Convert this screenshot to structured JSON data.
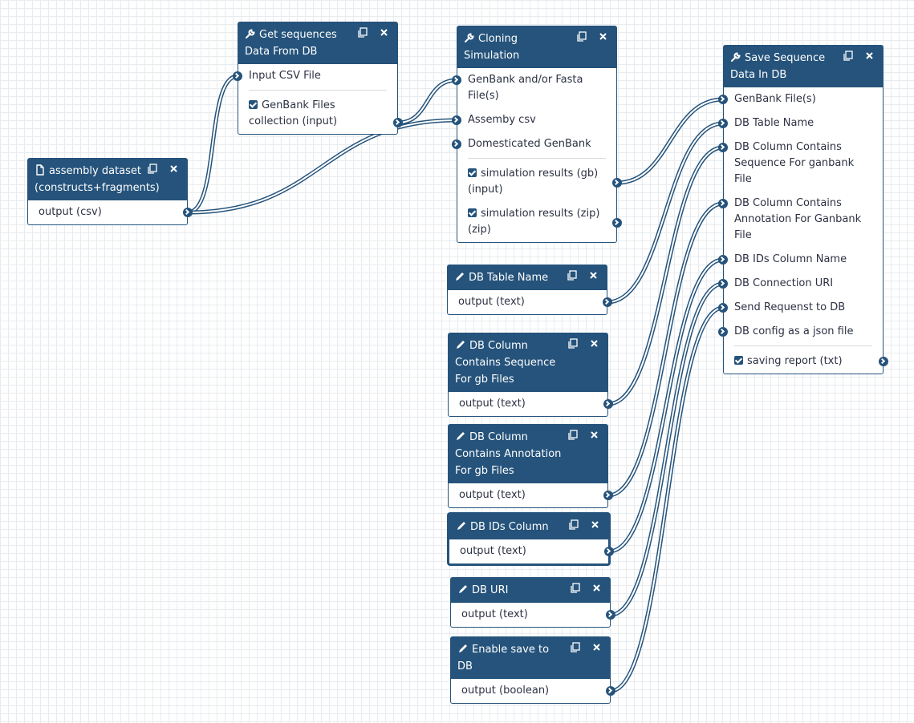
{
  "colors": {
    "header": "#25537b",
    "border": "#25537b",
    "wire": "#25537b",
    "grid": "#e8ecef"
  },
  "nodes": {
    "assembly": {
      "icon": "file-icon",
      "title": "assembly dataset (constructs+fragments)",
      "outputs": [
        "output (csv)"
      ]
    },
    "getseq": {
      "icon": "wrench-icon",
      "title": "Get sequences Data From DB",
      "inputs": [
        "Input CSV File"
      ],
      "outputs": [
        "GenBank Files collection (input)"
      ]
    },
    "cloning": {
      "icon": "wrench-icon",
      "title": "Cloning Simulation",
      "inputs": [
        "GenBank and/or Fasta File(s)",
        "Assemby csv",
        "Domesticated GenBank"
      ],
      "outputs": [
        "simulation results (gb) (input)",
        "simulation results (zip) (zip)"
      ]
    },
    "save": {
      "icon": "wrench-icon",
      "title": "Save Sequence Data In DB",
      "inputs": [
        "GenBank File(s)",
        "DB Table Name",
        "DB Column Contains Sequence For ganbank File",
        "DB Column Contains Annotation For Ganbank File",
        "DB IDs Column Name",
        "DB Connection URI",
        "Send Requenst to DB",
        "DB config as a json file"
      ],
      "outputs": [
        "saving report (txt)"
      ]
    },
    "tablename": {
      "icon": "pencil-icon",
      "title": "DB Table Name",
      "outputs": [
        "output (text)"
      ]
    },
    "colseq": {
      "icon": "pencil-icon",
      "title": "DB Column Contains Sequence For gb Files",
      "outputs": [
        "output (text)"
      ]
    },
    "colann": {
      "icon": "pencil-icon",
      "title": "DB Column Contains Annotation For gb Files",
      "outputs": [
        "output (text)"
      ]
    },
    "ids": {
      "icon": "pencil-icon",
      "title": "DB IDs Column",
      "outputs": [
        "output (text)"
      ]
    },
    "uri": {
      "icon": "pencil-icon",
      "title": "DB URI",
      "outputs": [
        "output (text)"
      ]
    },
    "enable": {
      "icon": "pencil-icon",
      "title": "Enable save to DB",
      "outputs": [
        "output (boolean)"
      ]
    }
  },
  "action_icons": [
    "copy-icon",
    "close-icon"
  ]
}
